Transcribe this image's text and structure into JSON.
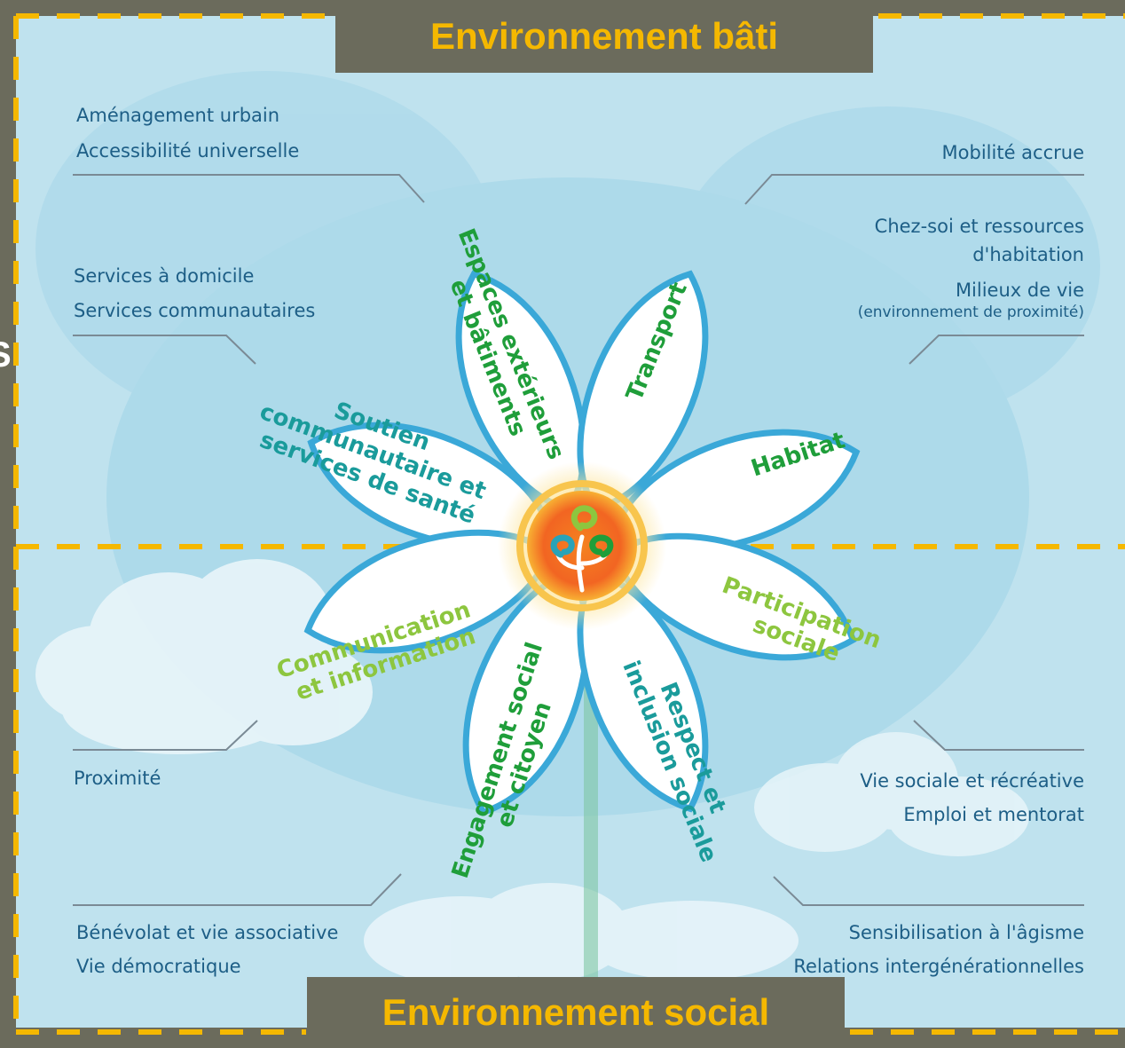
{
  "banners": {
    "top": "Environnement bâti",
    "bottom": "Environnement social"
  },
  "left_edge_glyph": "S",
  "labels": {
    "amenagement": "Aménagement urbain",
    "accessibilite": "Accessibilité universelle",
    "mobilite": "Mobilité accrue",
    "chez_soi_1": "Chez-soi et ressources",
    "chez_soi_2": "d'habitation",
    "milieux": "Milieux de vie",
    "milieux_sub": "(environnement de proximité)",
    "services_domicile": "Services à domicile",
    "services_communautaires": "Services communautaires",
    "proximite": "Proximité",
    "vie_sociale": "Vie sociale et récréative",
    "emploi": "Emploi et mentorat",
    "benevolat": "Bénévolat et vie associative",
    "vie_democratique": "Vie démocratique",
    "sensibilisation": "Sensibilisation à l'âgisme",
    "relations": "Relations intergénérationnelles"
  },
  "petals": {
    "espaces": [
      "Espaces extérieurs",
      "et bâtiments"
    ],
    "transport": [
      "Transport"
    ],
    "habitat": [
      "Habitat"
    ],
    "soutien": [
      "Soutien",
      "communautaire et",
      "services de santé"
    ],
    "communication": [
      "Communication",
      "et information"
    ],
    "engagement": [
      "Engagement social",
      "et citoyen"
    ],
    "respect": [
      "Respect et",
      "inclusion sociale"
    ],
    "participation": [
      "Participation",
      "sociale"
    ]
  },
  "colors": {
    "frame": "#6b6b5c",
    "accent_yellow": "#f5b800",
    "dark_green": "#1f9e3a",
    "light_green": "#8dc63f",
    "label_blue": "#1d5e86",
    "sky": "#bfe2ee",
    "core_orange": "#f26522"
  }
}
